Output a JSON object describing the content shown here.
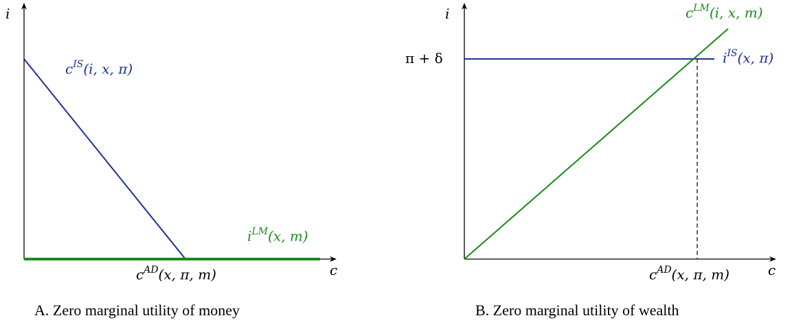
{
  "panel_a": {
    "axis_y": "i",
    "axis_x": "c",
    "is_curve_label": {
      "base": "c",
      "sup": "IS",
      "args": "(i, x, π)"
    },
    "lm_curve_label": {
      "base": "i",
      "sup": "LM",
      "args": "(x, m)"
    },
    "ad_label": {
      "base": "c",
      "sup": "AD",
      "args": "(x, π, m)"
    },
    "caption": "A.  Zero marginal utility of money"
  },
  "panel_b": {
    "axis_y": "i",
    "axis_x": "c",
    "lm_curve_label": {
      "base": "c",
      "sup": "LM",
      "args": "(i, x, m)"
    },
    "is_curve_label": {
      "base": "i",
      "sup": "IS",
      "args": "(x, π)"
    },
    "level_label": "π + δ",
    "ad_label": {
      "base": "c",
      "sup": "AD",
      "args": "(x, π, m)"
    },
    "caption": "B.  Zero marginal utility of wealth"
  },
  "colors": {
    "is": "#1c2f99",
    "lm": "#1b8a1b",
    "axis": "#000000"
  }
}
